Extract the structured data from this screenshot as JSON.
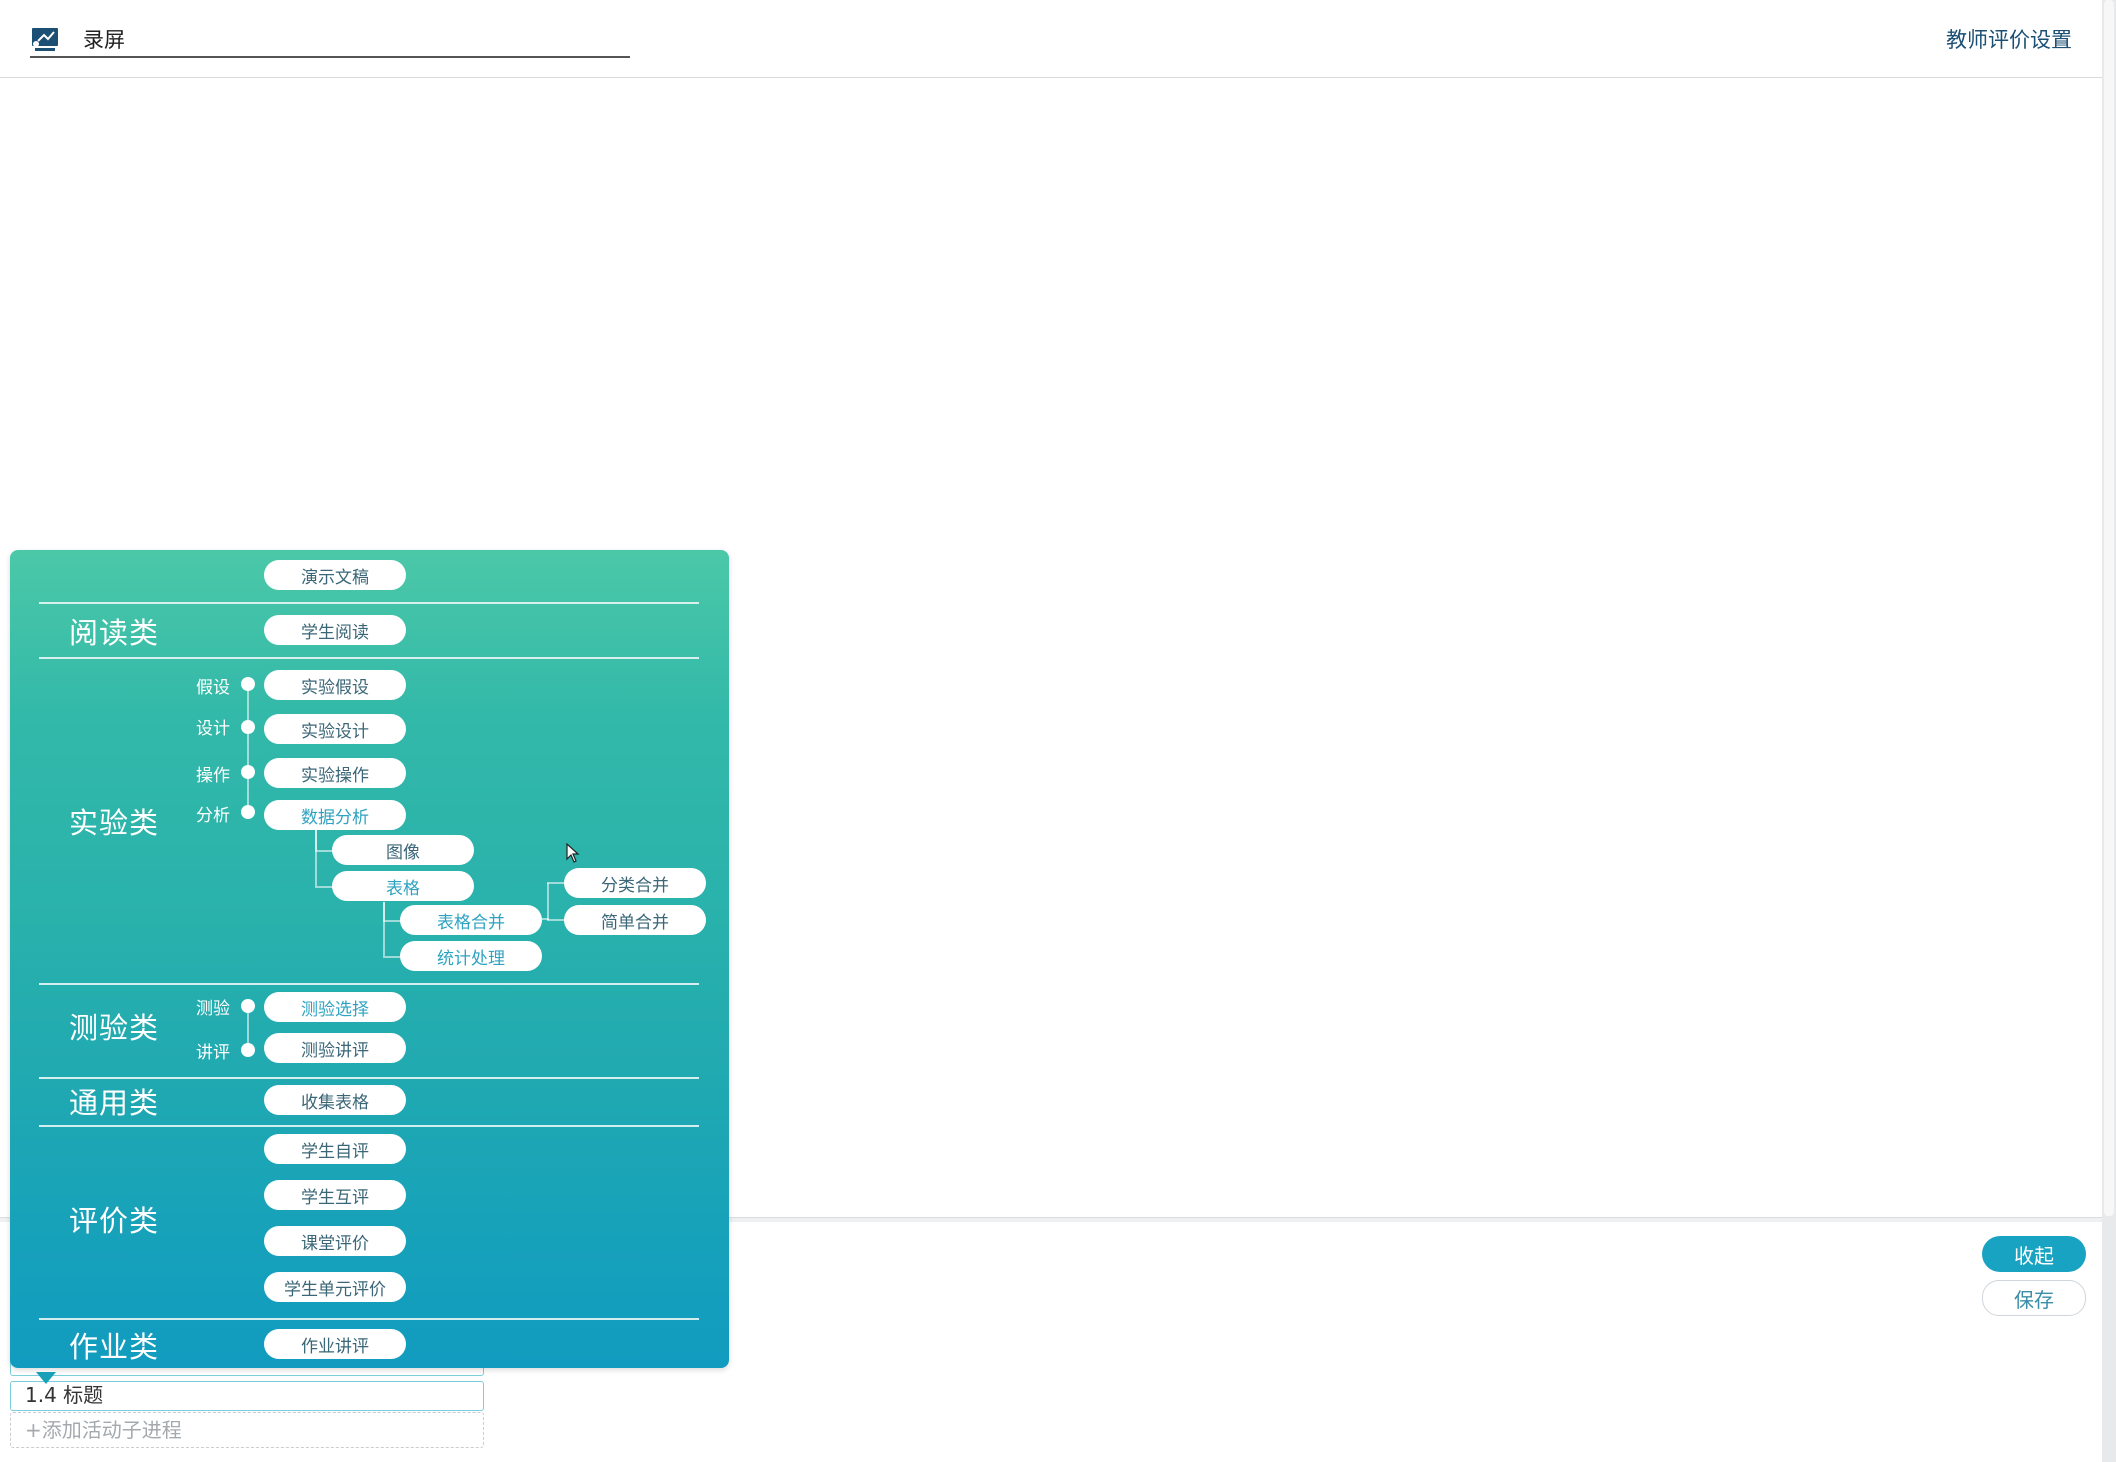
{
  "header": {
    "title": "录屏",
    "right_link": "教师评价设置"
  },
  "buttons": {
    "collapse": "收起",
    "save": "保存"
  },
  "subprocess": {
    "item_14": "1.4  标题",
    "add": "+添加活动子进程"
  },
  "panel": {
    "top_item": "演示文稿",
    "categories": {
      "reading": "阅读类",
      "experiment": "实验类",
      "quiz": "测验类",
      "general": "通用类",
      "evaluation": "评价类",
      "homework": "作业类"
    },
    "reading_items": [
      "学生阅读"
    ],
    "experiment": {
      "steps": [
        {
          "label": "假设",
          "item": "实验假设"
        },
        {
          "label": "设计",
          "item": "实验设计"
        },
        {
          "label": "操作",
          "item": "实验操作"
        },
        {
          "label": "分析",
          "item": "数据分析"
        }
      ],
      "analysis_children": [
        "图像",
        "表格"
      ],
      "table_children": [
        "表格合并",
        "统计处理"
      ],
      "merge_children": [
        "分类合并",
        "简单合并"
      ]
    },
    "quiz": {
      "steps": [
        {
          "label": "测验",
          "item": "测验选择"
        },
        {
          "label": "讲评",
          "item": "测验讲评"
        }
      ]
    },
    "general_items": [
      "收集表格"
    ],
    "evaluation_items": [
      "学生自评",
      "学生互评",
      "课堂评价",
      "学生单元评价"
    ],
    "homework_items": [
      "作业讲评"
    ]
  },
  "colors": {
    "accent": "#17a3c1",
    "panel_top": "#4bc8a8",
    "panel_bottom": "#119bbf",
    "link": "#1b4f73"
  }
}
